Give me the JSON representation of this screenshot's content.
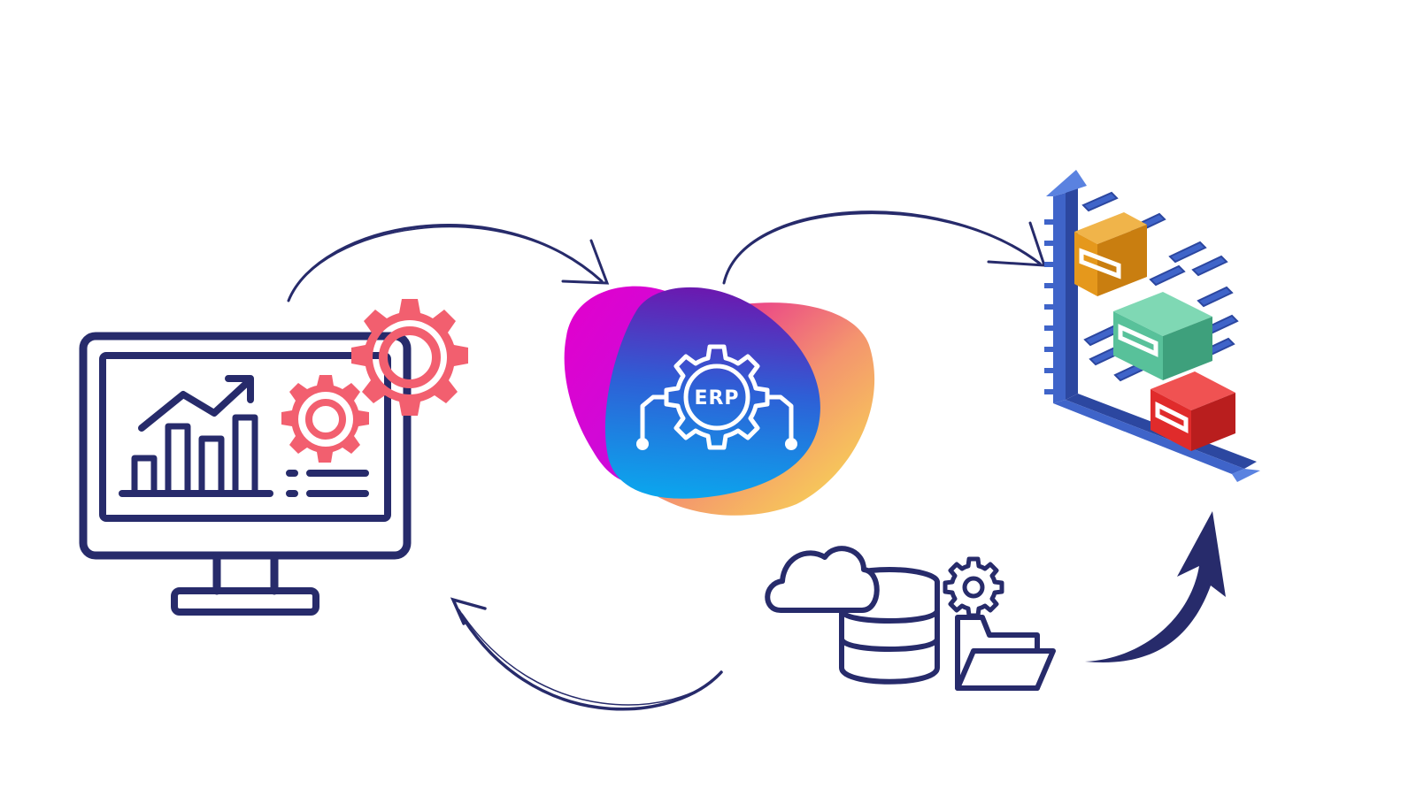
{
  "erp_hub": {
    "label": "ERP"
  },
  "colors": {
    "navy": "#272B6B",
    "gear_coral": "#F25F6F",
    "blob_magenta": "#DD05D6",
    "blob_purple": "#5B1FB0",
    "blob_blue": "#0E9BEA",
    "blob_orange": "#F4956E",
    "blob_yellow": "#F8E24F",
    "gantt_blue": "#3F64C9",
    "bar_orange": "#E5981C",
    "bar_green": "#58C19A",
    "bar_red": "#E02B2B"
  },
  "icons": [
    "monitor-analytics-icon",
    "gear-large-icon",
    "gear-small-icon",
    "erp-gear-icon",
    "gantt-chart-3d-icon",
    "cloud-database-folder-icon"
  ],
  "arrows": [
    "arrow-monitor-to-erp",
    "arrow-erp-to-gantt",
    "arrow-database-to-monitor",
    "arrow-database-to-gantt"
  ]
}
